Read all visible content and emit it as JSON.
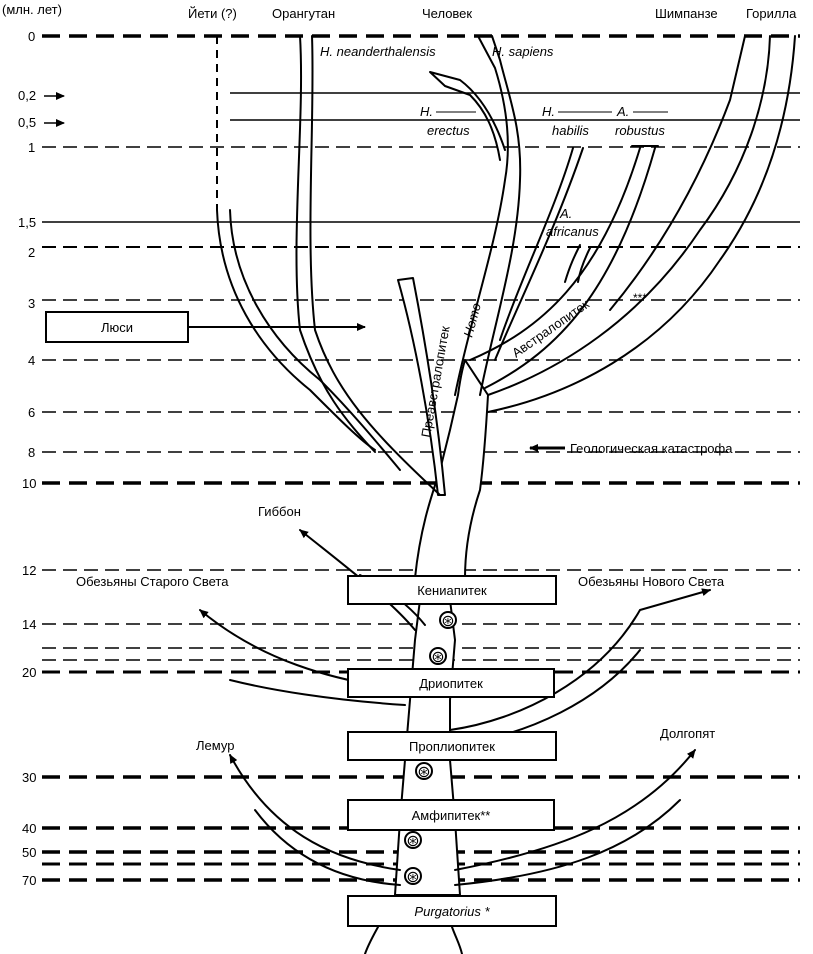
{
  "axis": {
    "unit_label": "(млн. лет)",
    "ticks": [
      "0",
      "0,2",
      "0,5",
      "1",
      "1,5",
      "2",
      "3",
      "4",
      "6",
      "8",
      "10",
      "12",
      "14",
      "20",
      "30",
      "40",
      "50",
      "70"
    ]
  },
  "headers": {
    "yeti": "Йети (?)",
    "orangutan": "Орангутан",
    "human": "Человек",
    "chimpanzee": "Шимпанзе",
    "gorilla": "Горилла"
  },
  "species": {
    "neanderthalensis": "H. neanderthalensis",
    "sapiens": "H. sapiens",
    "erectus_genus": "H.",
    "erectus_species": "erectus",
    "habilis_genus": "H.",
    "habilis_species": "habilis",
    "robustus_genus": "A.",
    "robustus_species": "robustus",
    "africanus_genus": "A.",
    "africanus_species": "africanus",
    "homo": "Homo",
    "australopithecus": "Австралопитек",
    "pre_australopithecus": "Преавстралопитек",
    "stars": "***"
  },
  "annotations": {
    "lucy": "Люси",
    "catastrophe": "Геологическая катастрофа"
  },
  "side_labels": {
    "gibbon": "Гиббон",
    "old_world": "Обезьяны Старого Света",
    "new_world": "Обезьяны Нового Света",
    "lemur": "Лемур",
    "tarsier": "Долгопят"
  },
  "boxes": {
    "kenyapithecus": "Кениапитек",
    "dryopithecus": "Дриопитек",
    "propliopithecus": "Проплиопитек",
    "amphipithecus": "Амфипитек**",
    "purgatorius": "Purgatorius *"
  },
  "fossil_marker": "⊛"
}
